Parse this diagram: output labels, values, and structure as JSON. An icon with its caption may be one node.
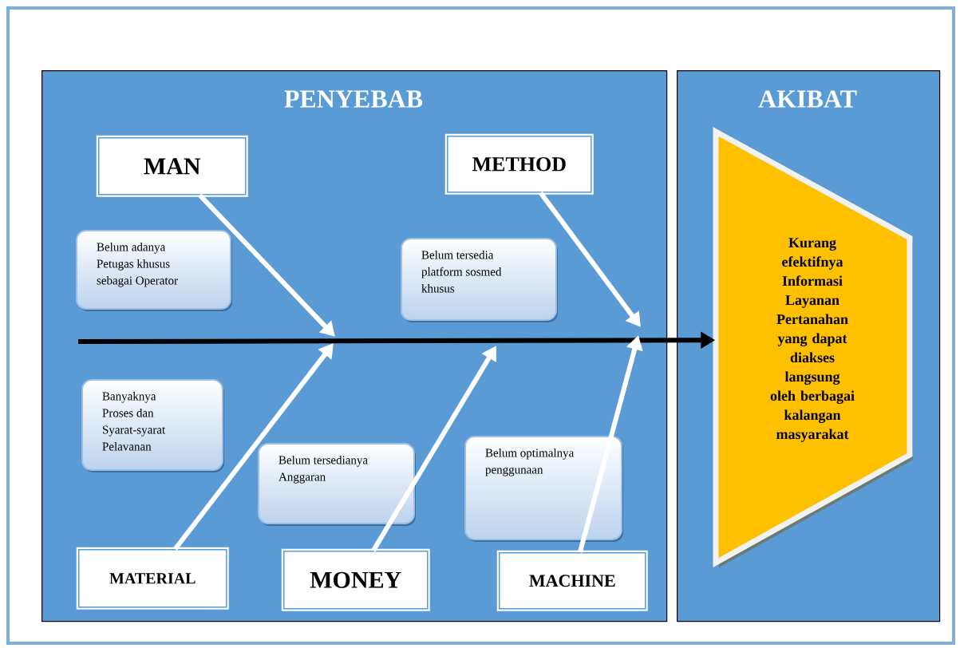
{
  "diagram": {
    "nodes": [
      {
        "text": [
          "PENYEBAB"
        ]
      },
      {
        "text": [
          "AKIBAT"
        ]
      },
      {
        "text": [
          "MAN"
        ],
        "in": 0
      },
      {
        "text": [
          "METHOD"
        ],
        "in": 0
      },
      {
        "text": [
          "Belum adanya Petugas khusus sebagai Operator"
        ],
        "in": 0
      },
      {
        "text": [
          "Belum tersedia platform sosmed khusus"
        ],
        "in": 0
      },
      {
        "text": [
          "Banyaknya Proses dan Syarat-syarat Pelavanan"
        ],
        "in": 0
      },
      {
        "text": [
          "Belum tersedianya Anggaran"
        ],
        "in": 0
      },
      {
        "text": [
          "Belum optimalnya penggunaan"
        ],
        "in": 0
      },
      {
        "text": [
          "MATERIAL"
        ],
        "in": 0
      },
      {
        "text": [
          "MONEY"
        ],
        "in": 0
      },
      {
        "text": [
          "MACHINE"
        ],
        "in": 0
      },
      {
        "text": [
          "Kurang efektifnya Informasi Layanan Pertanahan yang dapat diakses langsung oleh berbagai kalangan masyarakat"
        ],
        "in": 1
      }
    ],
    "edges": [
      {
        "from": null,
        "to": 12,
        "arrow": "to",
        "color": "#000000"
      },
      {
        "from": 2,
        "to": null,
        "arrow": "to"
      },
      {
        "from": 3,
        "to": null,
        "arrow": "to"
      },
      {
        "from": 9,
        "to": null,
        "arrow": "to"
      },
      {
        "from": 10,
        "to": null,
        "arrow": "to"
      },
      {
        "from": 11,
        "to": null,
        "arrow": "to"
      }
    ]
  }
}
